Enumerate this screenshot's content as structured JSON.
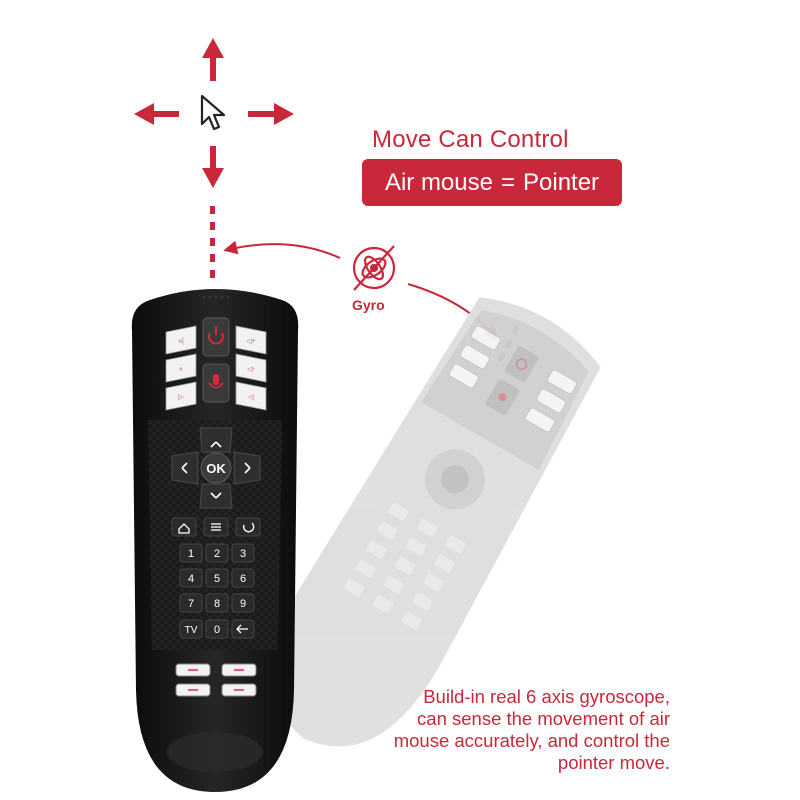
{
  "heading": "Move Can Control",
  "badge": {
    "left": "Air mouse",
    "equals": "=",
    "right": "Pointer"
  },
  "gyro": {
    "label": "Gyro",
    "icon": "gyro-icon"
  },
  "description": [
    "Build-in real 6 axis gyroscope,",
    "can sense the movement of air",
    "mouse accurately, and control the",
    "pointer move."
  ],
  "remote": {
    "ok_label": "OK",
    "tv_label": "TV",
    "numpad": [
      "1",
      "2",
      "3",
      "4",
      "5",
      "6",
      "7",
      "8",
      "9",
      "0"
    ]
  },
  "colors": {
    "accent": "#c8283a",
    "remote_body": "#1a1a1a",
    "ghost": "#d6d6d6"
  }
}
